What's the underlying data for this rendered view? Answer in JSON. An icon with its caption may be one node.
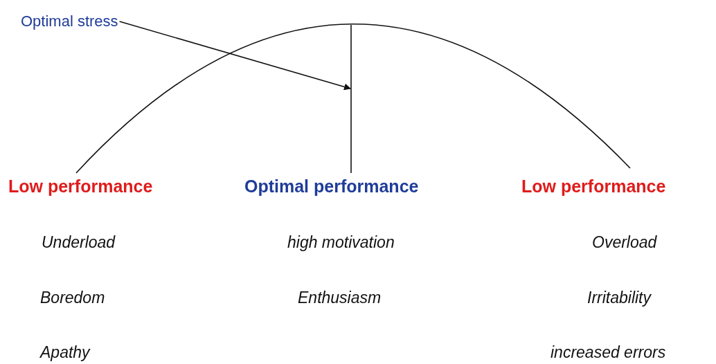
{
  "diagram": {
    "nodes": [
      {
        "text": [
          "Optimal stress"
        ]
      },
      {
        "text": [],
        "shape": "line"
      }
    ],
    "edges": [
      {
        "from": 0,
        "to": 1,
        "arrow": "to"
      }
    ],
    "labels": [
      "Low performance",
      "Optimal performance",
      "Low performance",
      "Underload",
      "high motivation",
      "Overload",
      "Boredom",
      "Enthusiasm",
      "Irritability",
      "Apathy",
      "increased errors"
    ]
  }
}
